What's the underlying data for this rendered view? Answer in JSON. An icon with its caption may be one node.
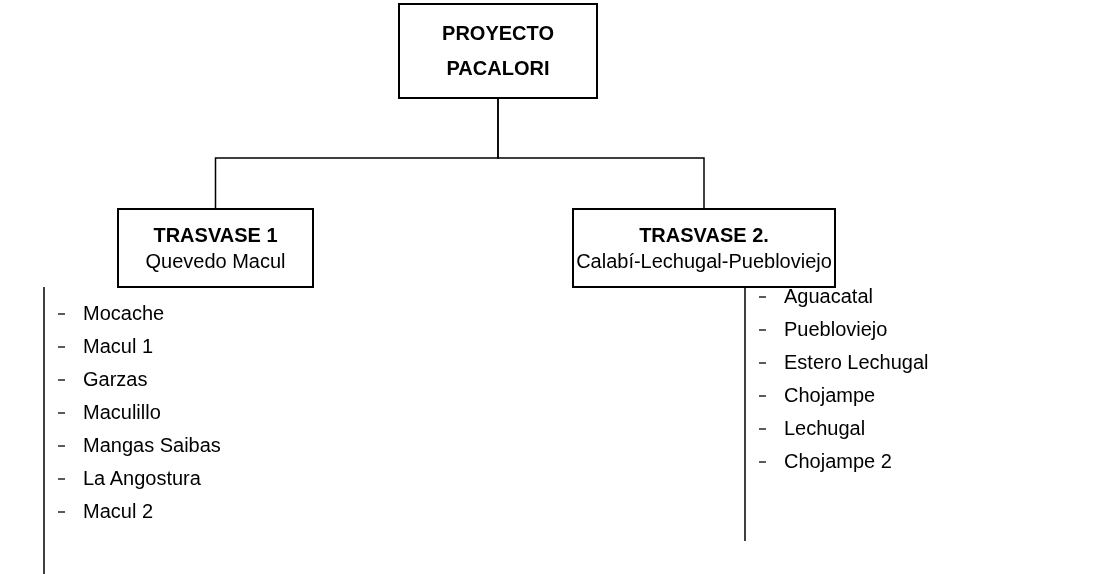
{
  "diagram": {
    "nodes": [
      {
        "text": [
          "PROYECTO PACALORI"
        ]
      },
      {
        "text": [
          "TRASVASE 1",
          "Quevedo Macul"
        ]
      },
      {
        "text": [
          "TRASVASE 2.",
          "Calabí-Lechugal-Puebloviejo"
        ]
      },
      {
        "text": [
          "Mocache",
          "Macul 1",
          "Garzas",
          "Maculillo",
          "Mangas Saibas",
          "La Angostura",
          "Macul 2"
        ]
      },
      {
        "text": [
          "Aguacatal",
          "Puebloviejo",
          "Estero Lechugal",
          "Chojampe",
          "Lechugal",
          "Chojampe 2"
        ]
      }
    ],
    "edges": [
      {
        "from": 0,
        "to": 1,
        "arrow": "none"
      },
      {
        "from": 0,
        "to": 2,
        "arrow": "none"
      }
    ]
  }
}
